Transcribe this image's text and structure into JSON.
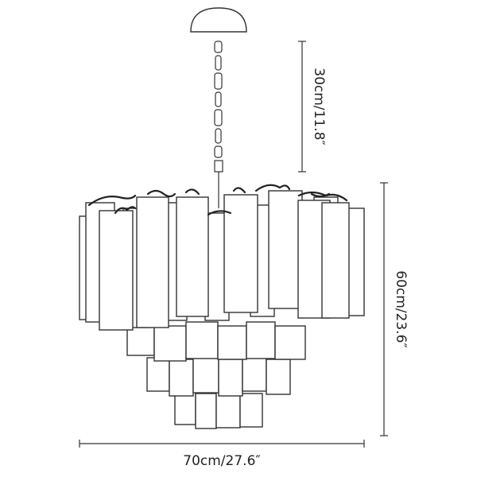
{
  "dimensions": {
    "height_chain": "30cm/11.8″",
    "height_body": "60cm/23.6″",
    "width": "70cm/27.6″"
  }
}
